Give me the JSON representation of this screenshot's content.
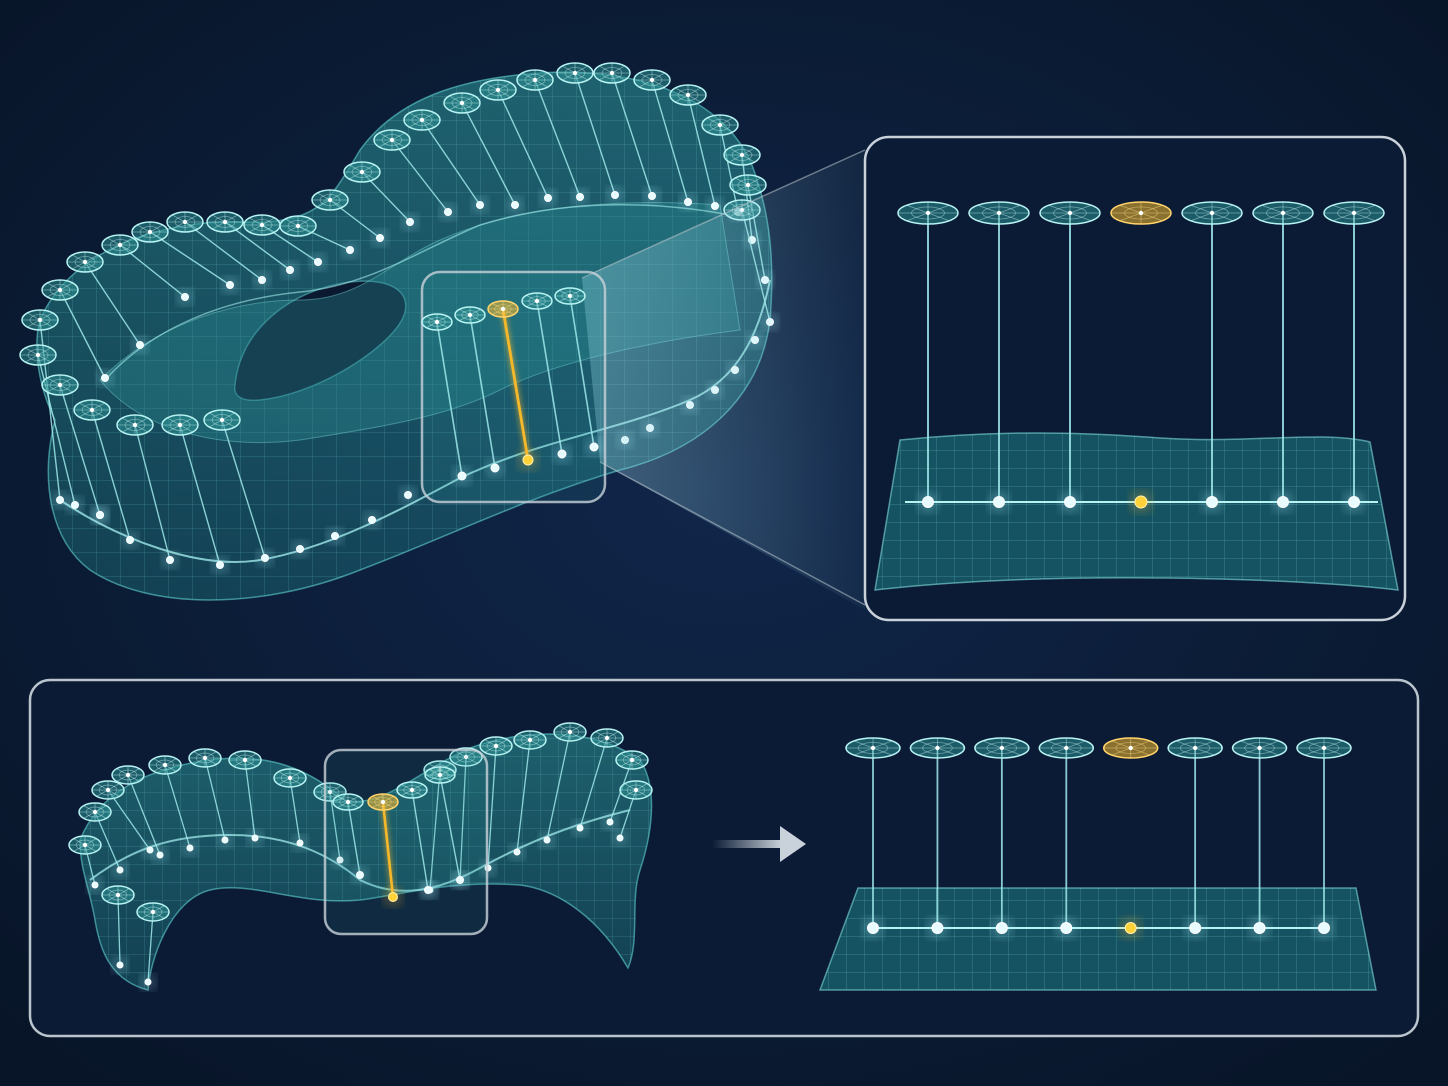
{
  "colors": {
    "background": "#0b1a33",
    "surface": "#2c8f92",
    "grid": "#6fd6d6",
    "fiber": "#9fe9ea",
    "node": "#e8fbff",
    "highlight": "#f5b82a",
    "frame": "#b9c4cc"
  },
  "top_panel": {
    "fiber_count": 7,
    "highlighted_fiber_index": 3
  },
  "bottom_panel": {
    "fiber_count": 8,
    "highlighted_fiber_index": 4,
    "arrow": "right-arrow-icon"
  }
}
